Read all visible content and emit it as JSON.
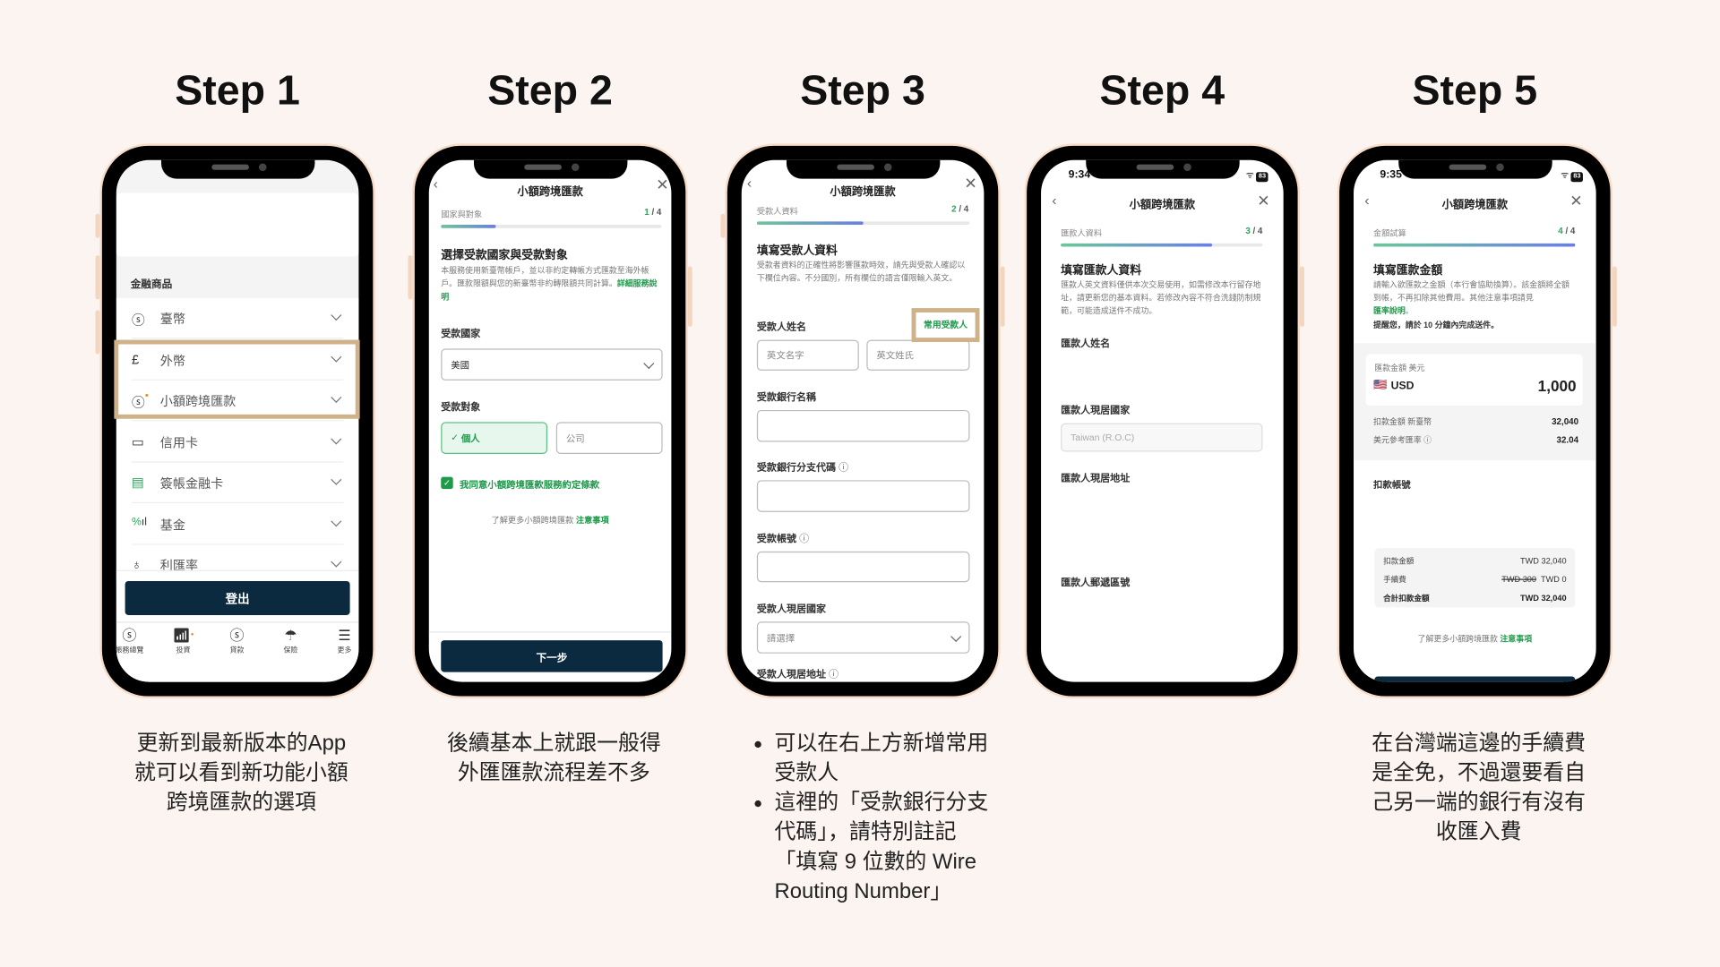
{
  "colors": {
    "background": "#fbf4f0",
    "highlight": "#cfb28a",
    "primary_button": "#0b2a40",
    "accent_green": "#1e9a4b"
  },
  "steps": [
    {
      "title": "Step 1"
    },
    {
      "title": "Step 2"
    },
    {
      "title": "Step 3"
    },
    {
      "title": "Step 4"
    },
    {
      "title": "Step 5"
    }
  ],
  "phone1": {
    "section_title": "金融商品",
    "menu": [
      {
        "label": "臺幣",
        "icon": "twd-coin-icon"
      },
      {
        "label": "外幣",
        "icon": "foreign-currency-coin-icon"
      },
      {
        "label": "小額跨境匯款",
        "icon": "cross-border-remittance-icon"
      },
      {
        "label": "信用卡",
        "icon": "credit-card-icon"
      },
      {
        "label": "簽帳金融卡",
        "icon": "debit-card-icon"
      },
      {
        "label": "基金",
        "icon": "fund-chart-icon"
      },
      {
        "label": "利匯率",
        "icon": "money-bag-icon"
      }
    ],
    "logout": "登出",
    "tabs": [
      {
        "label": "帳務總覽",
        "icon": "dollar-circle-icon"
      },
      {
        "label": "投資",
        "icon": "investment-chart-icon"
      },
      {
        "label": "貸款",
        "icon": "money-bag-icon"
      },
      {
        "label": "保險",
        "icon": "umbrella-icon"
      },
      {
        "label": "更多",
        "icon": "menu-icon"
      }
    ]
  },
  "phone2": {
    "nav_title": "小額跨境匯款",
    "step_label": "國家與對象",
    "step_current": "1",
    "step_total": " / 4",
    "progress": 0.25,
    "heading": "選擇受款國家與受款對象",
    "desc": "本服務使用新臺幣帳戶，並以非約定轉帳方式匯款至海外帳戶。匯款限額與您的新臺幣非約轉限額共同計算。",
    "desc_link": "詳細服務說明",
    "country_label": "受款國家",
    "country_value": "美國",
    "target_label": "受款對象",
    "target_options": [
      "個人",
      "公司"
    ],
    "target_selected": "個人",
    "agree": "我同意小額跨境匯款服務約定條款",
    "agree_checked": true,
    "note": "了解更多小額跨境匯款 ",
    "note_link": "注意事項",
    "next": "下一步"
  },
  "phone3": {
    "nav_title": "小額跨境匯款",
    "step_label": "受款人資料",
    "step_current": "2",
    "step_total": " / 4",
    "progress": 0.5,
    "heading": "填寫受款人資料",
    "desc": "受款者資料的正確性將影響匯款時效，請先與受款人確認以下欄位內容。不分國別，所有欄位的語言僅限輸入英文。",
    "name_label": "受款人姓名",
    "frequent_payee": "常用受款人",
    "first_name_placeholder": "英文名字",
    "last_name_placeholder": "英文姓氏",
    "bank_name_label": "受款銀行名稱",
    "branch_code_label": "受款銀行分支代碼",
    "account_label": "受款帳號",
    "country_label": "受款人現居國家",
    "country_placeholder": "請選擇",
    "address_label": "受款人現居地址"
  },
  "phone4": {
    "time": "9:34",
    "battery": "83",
    "nav_title": "小額跨境匯款",
    "step_label": "匯款人資料",
    "step_current": "3",
    "step_total": " / 4",
    "progress": 0.75,
    "heading": "填寫匯款人資料",
    "desc": "匯款人英文資料僅供本次交易使用，如需修改本行留存地址，請更新您的基本資料。若修改內容不符合洗錢防制規範，可能造成送件不成功。",
    "name_label": "匯款人姓名",
    "country_label": "匯款人現居國家",
    "country_value": "Taiwan (R.O.C)",
    "address_label": "匯款人現居地址",
    "zip_label": "匯款人郵遞區號"
  },
  "phone5": {
    "time": "9:35",
    "battery": "83",
    "nav_title": "小額跨境匯款",
    "step_label": "金額試算",
    "step_current": "4",
    "step_total": " / 4",
    "progress": 1.0,
    "heading": "填寫匯款金額",
    "desc": "請輸入欲匯款之金額（本行會協助換算）。該金額將全額到帳，不再扣除其他費用。其他注意事項請見",
    "desc_link": "匯率說明",
    "desc_end": "。",
    "reminder": "提醒您，請於 10 分鐘內完成送件。",
    "amount_label": "匯款金額 美元",
    "currency": "USD",
    "amount": "1,000",
    "debit_label": "扣款金額 新臺幣",
    "debit_value": "32,040",
    "rate_label": "美元參考匯率",
    "rate_value": "32.04",
    "account_label": "扣款帳號",
    "summary": {
      "debit_label": "扣款金額",
      "debit_value": "TWD 32,040",
      "fee_label": "手續費",
      "fee_original": "TWD 300",
      "fee_value": "TWD 0",
      "total_label": "合計扣款金額",
      "total_value": "TWD 32,040"
    },
    "note": "了解更多小額跨境匯款 ",
    "note_link": "注意事項"
  },
  "captions": {
    "step1": [
      "更新到最新版本的App",
      "就可以看到新功能小額",
      "跨境匯款的選項"
    ],
    "step2": [
      "後續基本上就跟一般得",
      "外匯匯款流程差不多"
    ],
    "step3": [
      "可以在右上方新增常用受款人",
      "這裡的「受款銀行分支代碼」，請特別註記「填寫 9 位數的 Wire Routing Number」"
    ],
    "step5": [
      "在台灣端這邊的手續費",
      "是全免，不過還要看自",
      "己另一端的銀行有沒有",
      "收匯入費"
    ]
  }
}
